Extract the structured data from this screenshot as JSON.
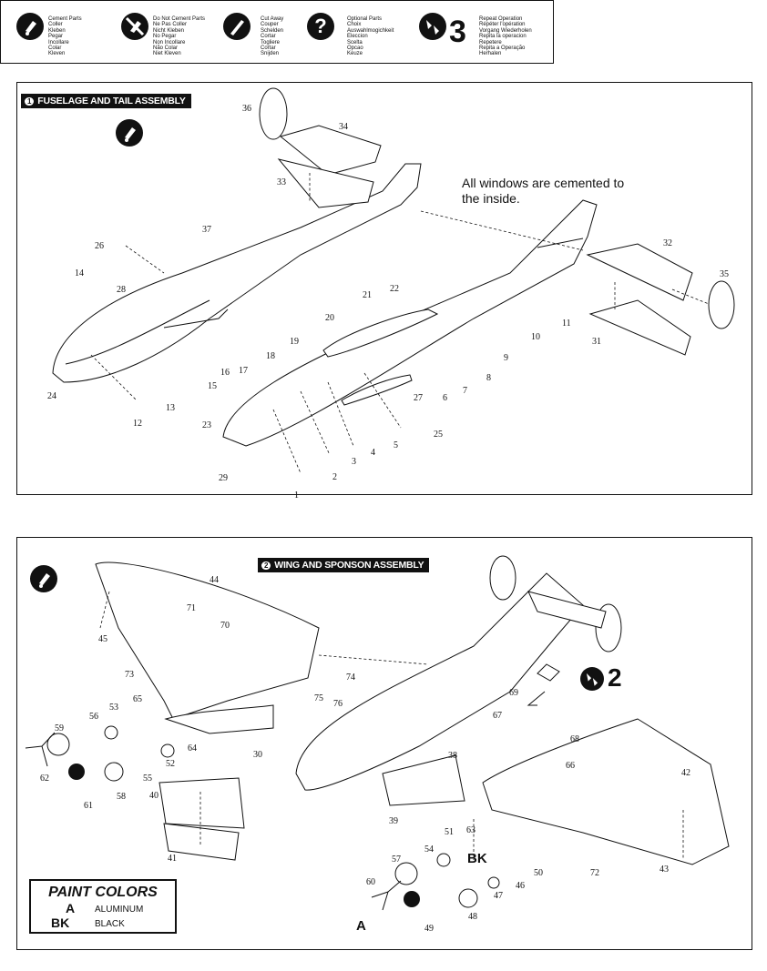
{
  "legend": {
    "items": [
      {
        "icon": "cement-icon",
        "lines": [
          "Cement Parts",
          "Coller",
          "Kleben",
          "Pegar",
          "Incollare",
          "Colar",
          "Kleven"
        ]
      },
      {
        "icon": "do-not-cement-icon",
        "lines": [
          "Do Not Cement Parts",
          "Ne Pas Coller",
          "Nicht Kleben",
          "No Pegar",
          "Non Incollare",
          "Não Colar",
          "Niet Kleven"
        ]
      },
      {
        "icon": "cut-away-icon",
        "lines": [
          "Cut Away",
          "Couper",
          "Schelden",
          "Cortar",
          "Togliere",
          "Cortar",
          "Snijden"
        ]
      },
      {
        "icon": "optional-parts-icon",
        "lines": [
          "Optional Parts",
          "Choix",
          "Auswahlmogichkeit",
          "Eleccion",
          "Scelta",
          "Opcao",
          "Keuze"
        ]
      },
      {
        "icon": "repeat-operation-icon",
        "number": "3",
        "lines": [
          "Repeat Operation",
          "Répéter l'opération",
          "Vorgang Wiederholen",
          "Repita la operacion",
          "Repetere",
          "Repita a Operação",
          "Herhalen"
        ]
      }
    ]
  },
  "step1": {
    "number": "1",
    "title": "FUSELAGE AND TAIL ASSEMBLY",
    "note": "All windows are cemented to\nthe inside.",
    "part_numbers": [
      "1",
      "2",
      "3",
      "4",
      "5",
      "6",
      "7",
      "8",
      "9",
      "10",
      "11",
      "12",
      "13",
      "14",
      "15",
      "16",
      "17",
      "18",
      "19",
      "20",
      "21",
      "22",
      "23",
      "24",
      "25",
      "26",
      "27",
      "28",
      "29",
      "31",
      "32",
      "33",
      "34",
      "35",
      "36",
      "37"
    ]
  },
  "step2": {
    "number": "2",
    "title": "WING AND SPONSON ASSEMBLY",
    "repeat_number": "2",
    "labels": {
      "bk": "BK",
      "a": "A"
    },
    "part_numbers": [
      "30",
      "38",
      "39",
      "40",
      "41",
      "42",
      "43",
      "44",
      "45",
      "46",
      "47",
      "48",
      "49",
      "50",
      "51",
      "52",
      "53",
      "54",
      "55",
      "56",
      "57",
      "58",
      "59",
      "60",
      "61",
      "62",
      "63",
      "64",
      "65",
      "66",
      "67",
      "68",
      "69",
      "70",
      "71",
      "72",
      "73",
      "74",
      "75",
      "76"
    ]
  },
  "paint_colors": {
    "heading": "PAINT COLORS",
    "items": [
      {
        "code": "A",
        "name": "ALUMINUM"
      },
      {
        "code": "BK",
        "name": "BLACK"
      }
    ]
  }
}
